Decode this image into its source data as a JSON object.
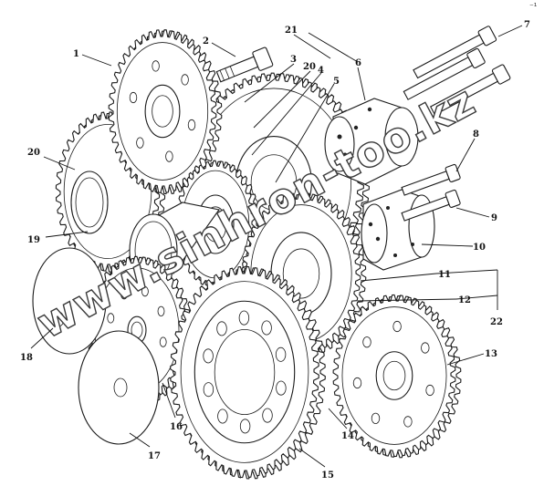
{
  "corner_mark": "⁻¹",
  "watermark": "www.sinhron-too.kz",
  "callouts": [
    "1",
    "2",
    "3",
    "20",
    "4",
    "21",
    "5",
    "6",
    "7",
    "8",
    "9",
    "10",
    "11",
    "12",
    "22",
    "13",
    "14",
    "15",
    "16",
    "17",
    "18",
    "19",
    "20"
  ],
  "colors": {
    "line": "#1a1a1a",
    "paper": "#ffffff",
    "watermark_stroke": "#3a3a3a"
  }
}
